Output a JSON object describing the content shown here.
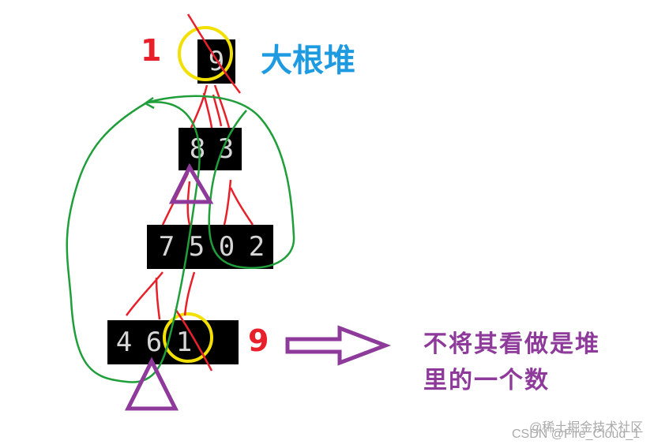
{
  "heap_label": "大根堆",
  "root_marker": "1",
  "last_marker": "9",
  "levels": [
    [
      "9"
    ],
    [
      "8",
      "3"
    ],
    [
      "7",
      "5",
      "0",
      "2"
    ],
    [
      "4",
      "6",
      "1"
    ]
  ],
  "note_lines": [
    "不将其看做是堆",
    "里的一个数"
  ],
  "watermark_top": "@稀土掘金技术社区",
  "watermark_bottom": "CSDN @Fire_Cloud_1",
  "colors": {
    "red": "#e8202a",
    "green": "#1f9e3a",
    "yellow": "#f2e000",
    "purple": "#8e3a9a",
    "blue": "#1e9be0",
    "box": "#000000",
    "digit": "#d6d6d6"
  }
}
